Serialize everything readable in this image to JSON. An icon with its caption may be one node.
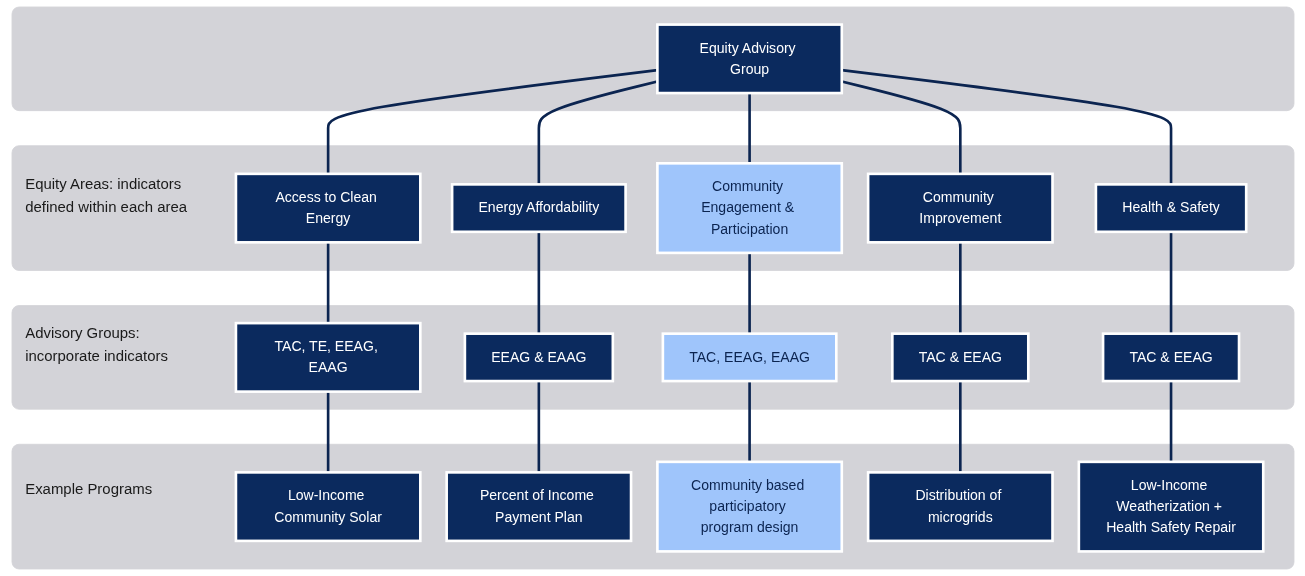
{
  "diagram": {
    "nodes": [
      {
        "text": [],
        "shape": "box"
      },
      {
        "text": [
          "Equity Advisory Group"
        ],
        "in": 0
      },
      {
        "text": [
          "Equity Areas: indicators defined within each area"
        ]
      },
      {
        "text": [
          "Access to Clean Energy"
        ],
        "in": 2
      },
      {
        "text": [
          "Energy Affordability"
        ],
        "in": 2
      },
      {
        "text": [
          "Community Engagement & Participation"
        ],
        "in": 2
      },
      {
        "text": [
          "Community Improvement"
        ],
        "in": 2
      },
      {
        "text": [
          "Health & Safety"
        ],
        "in": 2
      },
      {
        "text": [
          "Advisory Groups: incorporate indicators"
        ]
      },
      {
        "text": [
          "TAC, TE, EEAG, EAAG"
        ],
        "in": 8
      },
      {
        "text": [
          "EEAG & EAAG"
        ],
        "in": 8
      },
      {
        "text": [
          "TAC, EEAG, EAAG"
        ],
        "in": 8
      },
      {
        "text": [
          "TAC & EEAG"
        ],
        "in": 8
      },
      {
        "text": [
          "TAC & EEAG"
        ],
        "in": 8
      },
      {
        "text": [
          "Example Programs"
        ]
      },
      {
        "text": [
          "Low-Income Community Solar"
        ],
        "in": 14
      },
      {
        "text": [
          "Percent of Income Payment Plan"
        ],
        "in": 14
      },
      {
        "text": [
          "Community based participatory program design"
        ],
        "in": 14
      },
      {
        "text": [
          "Distribution of microgrids"
        ],
        "in": 14
      },
      {
        "text": [
          "Low-Income Weatherization + Health Safety Repair"
        ],
        "in": 14
      }
    ],
    "edges": [
      {
        "from": 1,
        "to": 3,
        "arrow": "none"
      },
      {
        "from": 1,
        "to": 4,
        "arrow": "none"
      },
      {
        "from": 1,
        "to": 5,
        "arrow": "none"
      },
      {
        "from": 1,
        "to": 6,
        "arrow": "none"
      },
      {
        "from": 1,
        "to": 7,
        "arrow": "none"
      },
      {
        "from": 3,
        "to": 9,
        "arrow": "none"
      },
      {
        "from": 4,
        "to": 10,
        "arrow": "none"
      },
      {
        "from": 5,
        "to": 11,
        "arrow": "none"
      },
      {
        "from": 6,
        "to": 12,
        "arrow": "none"
      },
      {
        "from": 7,
        "to": 13,
        "arrow": "none"
      },
      {
        "from": 9,
        "to": 15,
        "arrow": "none"
      },
      {
        "from": 10,
        "to": 16,
        "arrow": "none"
      },
      {
        "from": 11,
        "to": 17,
        "arrow": "none"
      },
      {
        "from": 12,
        "to": 18,
        "arrow": "none"
      },
      {
        "from": 13,
        "to": 19,
        "arrow": "none"
      }
    ]
  }
}
